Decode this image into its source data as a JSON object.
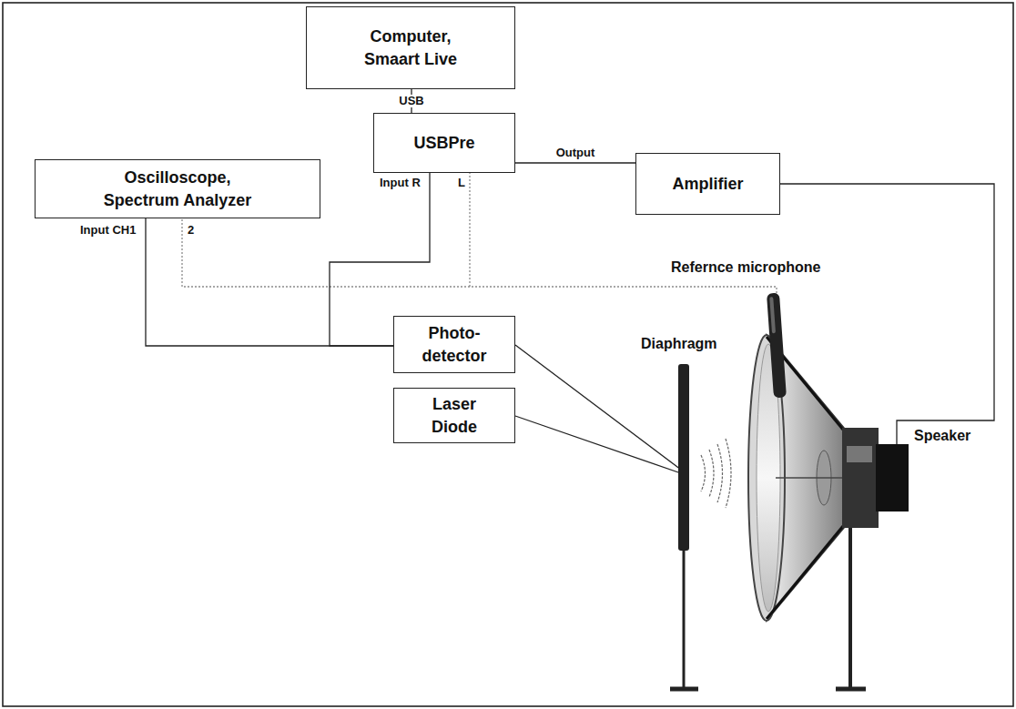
{
  "diagram": {
    "nodes": [
      {
        "text": [
          "Computer, Smaart Live"
        ]
      },
      {
        "text": [
          "Oscilloscope, Spectrum Analyzer"
        ]
      },
      {
        "text": [
          "USBPre"
        ]
      },
      {
        "text": [
          "Amplifier"
        ]
      },
      {
        "text": [
          "Photo- detector"
        ]
      },
      {
        "text": [
          "Laser Diode"
        ]
      }
    ],
    "edges": [
      {
        "from": 0,
        "to": 2,
        "label": "USB",
        "arrow": "none"
      },
      {
        "from": 2,
        "to": 3,
        "label": "Output",
        "arrow": "none"
      },
      {
        "from": 4,
        "to": 1,
        "arrow": "none"
      },
      {
        "from": 4,
        "to": 2,
        "arrow": "none"
      }
    ],
    "labels": [
      "Input CH1",
      "2",
      "Input R",
      "L",
      "Refernce microphone",
      "Diaphragm",
      "Speaker"
    ]
  }
}
